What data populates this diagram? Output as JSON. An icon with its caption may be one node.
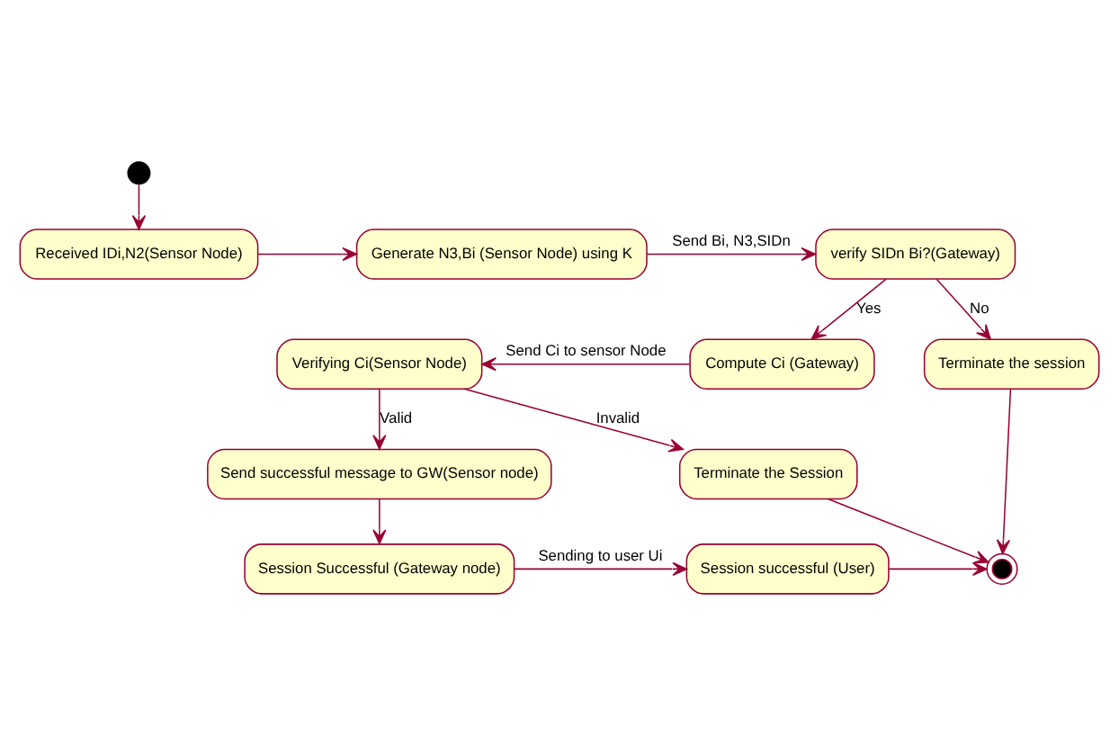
{
  "diagram": {
    "nodes": [
      {
        "text": [],
        "shape": "circle"
      },
      {
        "text": [
          "Received IDi,N2(Sensor Node)"
        ]
      },
      {
        "text": [
          "Generate N3,Bi (Sensor Node) using K"
        ]
      },
      {
        "text": [
          "verify SIDn Bi?(Gateway)"
        ]
      },
      {
        "text": [
          "Terminate the session"
        ]
      },
      {
        "text": [
          "Compute Ci (Gateway)"
        ]
      },
      {
        "text": [
          "Verifying Ci(Sensor Node)"
        ]
      },
      {
        "text": [
          "Terminate the Session"
        ]
      },
      {
        "text": [
          "Send successful message to GW(Sensor node)"
        ]
      },
      {
        "text": [
          "Session Successful (Gateway node)"
        ]
      },
      {
        "text": [
          "Session successful (User)"
        ]
      },
      {
        "text": [],
        "shape": "bullseye"
      }
    ],
    "edges": [
      {
        "from": 0,
        "to": 1,
        "arrow": "to"
      },
      {
        "from": 1,
        "to": 2,
        "arrow": "to"
      },
      {
        "from": 2,
        "to": 3,
        "arrow": "to",
        "label": "Send Bi, N3,SIDn"
      },
      {
        "from": 3,
        "to": 4,
        "arrow": "to",
        "label": "No"
      },
      {
        "from": 3,
        "to": 5,
        "arrow": "to",
        "label": "Yes"
      },
      {
        "from": 5,
        "to": 6,
        "arrow": "to",
        "label": "Send Ci to sensor Node"
      },
      {
        "from": 6,
        "to": 7,
        "arrow": "to",
        "label": "Invalid"
      },
      {
        "from": 6,
        "to": 8,
        "arrow": "to",
        "label": "Valid"
      },
      {
        "from": 8,
        "to": 9,
        "arrow": "to"
      },
      {
        "from": 9,
        "to": 10,
        "arrow": "to",
        "label": "Sending to user Ui"
      },
      {
        "from": 4,
        "to": 11,
        "arrow": "to"
      },
      {
        "from": 7,
        "to": 11,
        "arrow": "to"
      },
      {
        "from": 10,
        "to": 11,
        "arrow": "to"
      }
    ]
  }
}
